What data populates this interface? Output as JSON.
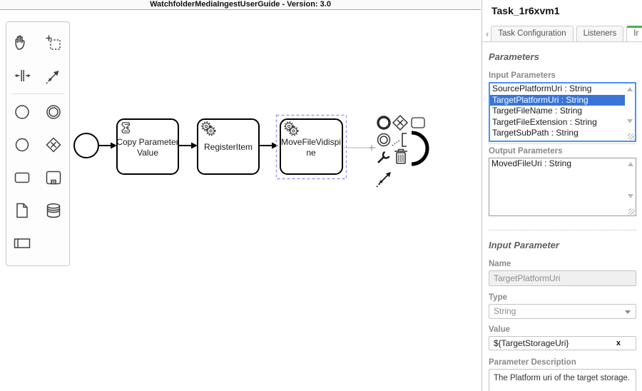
{
  "header": {
    "title": "WatchfolderMediaIngestUserGuide - Version: 3.0"
  },
  "palette": {
    "items": [
      "hand-tool",
      "lasso-tool",
      "space-tool",
      "global-connect-tool",
      "create-start-event",
      "create-intermediate-event",
      "create-end-event",
      "create-gateway",
      "create-task",
      "create-subprocess",
      "create-data-object",
      "create-data-store",
      "create-participant"
    ]
  },
  "diagram": {
    "start_event": {
      "name": "start-event"
    },
    "tasks": [
      {
        "id": "copy-parameter-value",
        "line1": "Copy Parameter",
        "line2": "Value",
        "icon": "script-task-icon",
        "selected": false
      },
      {
        "id": "register-item",
        "line1": "RegisterItem",
        "line2": "",
        "icon": "service-task-icon",
        "selected": false
      },
      {
        "id": "move-file-vidispine",
        "line1": "MoveFileVidispi",
        "line2": "ne",
        "icon": "service-task-icon",
        "selected": true
      }
    ],
    "context_pad": [
      "append-end-event",
      "append-gateway",
      "append-task",
      "append-intermediate-event",
      "append-text-annotation",
      "arc-shape",
      "wrench-change-type",
      "trash-delete",
      "connect-flow"
    ]
  },
  "properties_panel": {
    "title": "Task_1r6xvm1",
    "tab_scroll_left": "‹",
    "tab_scroll_right": "›",
    "tabs": [
      {
        "label": "Task Configuration",
        "active": false
      },
      {
        "label": "Listeners",
        "active": false
      },
      {
        "label": "Ir",
        "active": true
      }
    ],
    "parameters": {
      "heading": "Parameters",
      "input_label": "Input Parameters",
      "input_items": [
        "SourcePlatformUri : String",
        "TargetPlatformUri : String",
        "TargetFileName : String",
        "TargetFileExtension : String",
        "TargetSubPath : String"
      ],
      "input_selected_index": 1,
      "output_label": "Output Parameters",
      "output_items": [
        "MovedFileUri : String"
      ]
    },
    "input_parameter": {
      "heading": "Input Parameter",
      "name_label": "Name",
      "name_value": "TargetPlatformUri",
      "type_label": "Type",
      "type_value": "String",
      "value_label": "Value",
      "value_value": "${TargetStorageUri}",
      "clear_button": "x",
      "description_label": "Parameter Description",
      "description_value": "The Platform uri of the target storage."
    }
  },
  "colors": {
    "tab_active_green": "#4caf50",
    "list_selection_blue": "#3875d7",
    "focus_border_blue": "#4d90fe",
    "bpmn_selection_outline": "#9b9bf7"
  }
}
